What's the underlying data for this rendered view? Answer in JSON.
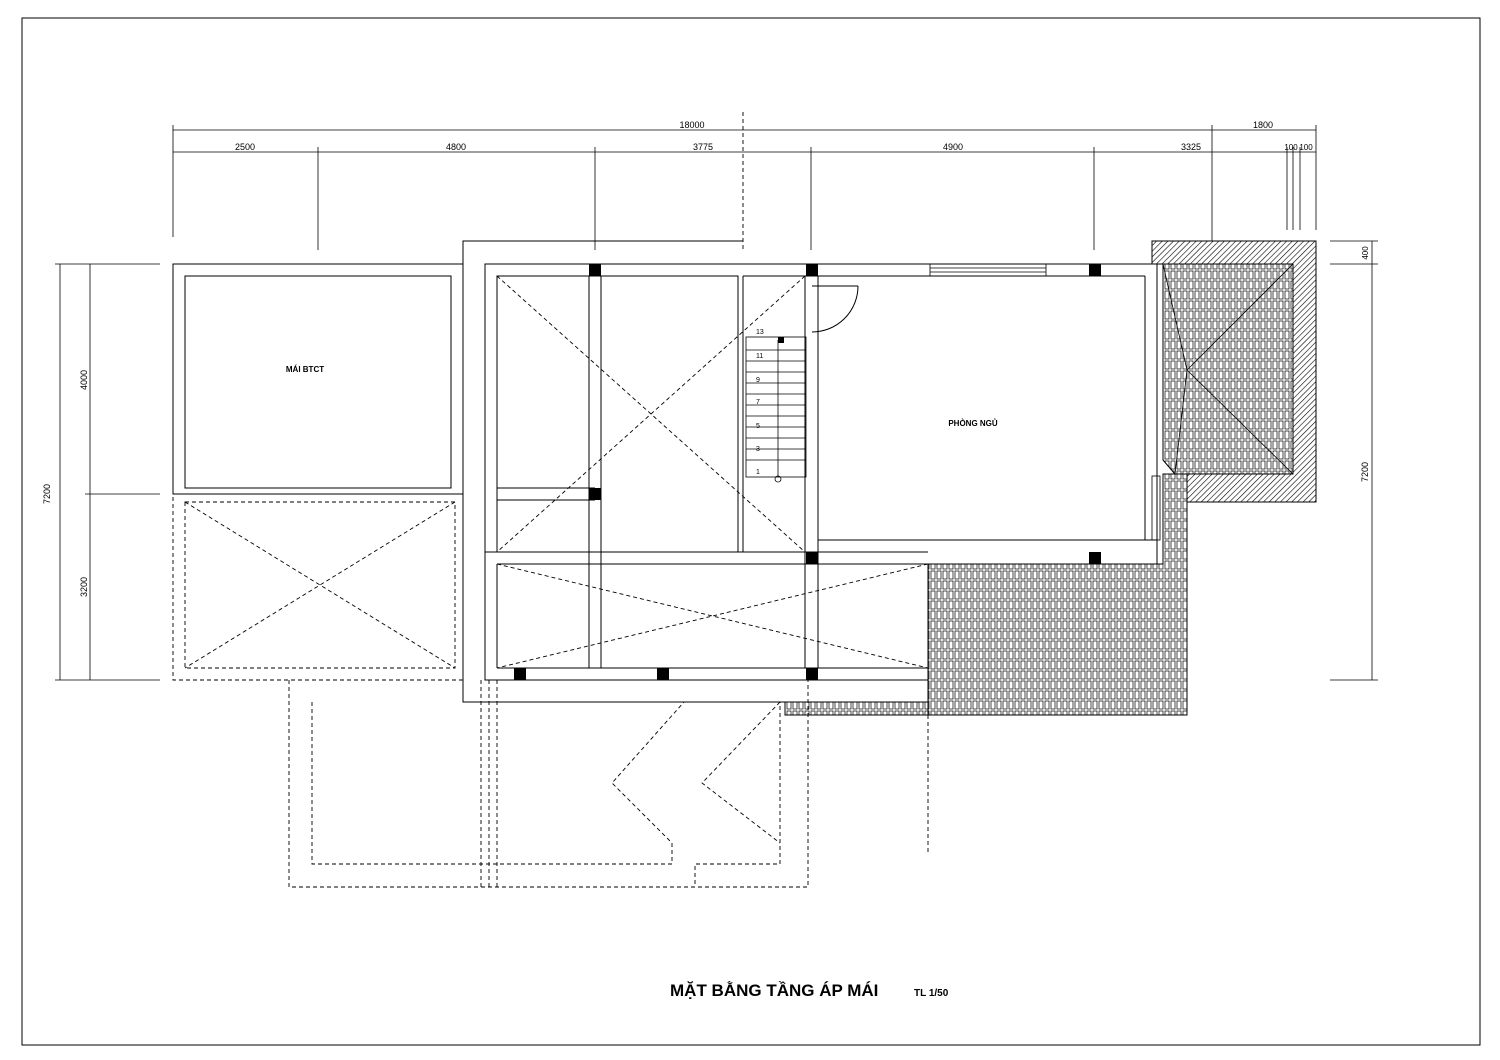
{
  "title": {
    "main": "MẶT BẰNG TẦNG ÁP MÁI",
    "scale": "TL 1/50"
  },
  "dimensions": {
    "top_overall": "18000",
    "top_right_overall": "1800",
    "top_segments": [
      "2500",
      "4800",
      "3775",
      "4900",
      "3325",
      "100",
      "100"
    ],
    "left_overall": "7200",
    "left_segments": [
      "4000",
      "3200"
    ],
    "right_overall": "7200",
    "right_top": "400"
  },
  "rooms": {
    "roof_slab": "MÁI BTCT",
    "bedroom": "PHÒNG NGỦ"
  },
  "stairs": {
    "step_numbers": [
      "13",
      "11",
      "9",
      "7",
      "5",
      "3",
      "1"
    ]
  }
}
